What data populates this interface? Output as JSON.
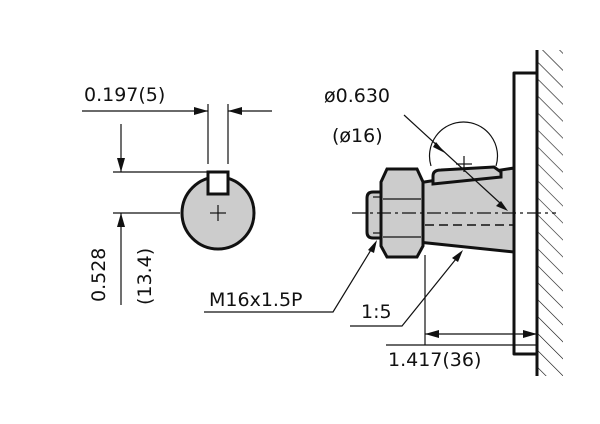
{
  "labels": {
    "key_width": "0.197(5)",
    "diameter_in": "ø0.630",
    "diameter_mm": "(ø16)",
    "key_height_in": "0.528",
    "key_height_mm": "(13.4)",
    "thread": "M16x1.5P",
    "taper": "1:5",
    "shaft_length": "1.417(36)"
  },
  "colors": {
    "line": "#111111",
    "fill": "#cccccc",
    "background": "#ffffff"
  }
}
